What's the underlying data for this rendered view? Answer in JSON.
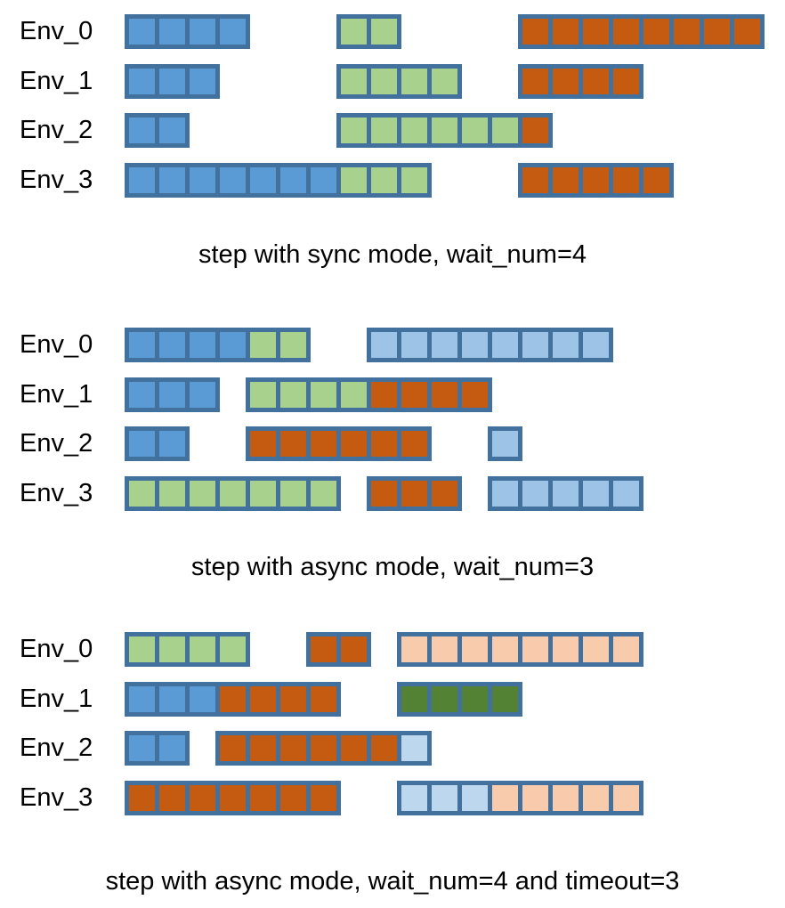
{
  "colors": {
    "border": "#41719c",
    "blue": "#5b9bd5",
    "green": "#a9d18e",
    "orange": "#c55a11",
    "lightblue": "#9dc3e6",
    "paleblue": "#bdd7ee",
    "peach": "#f8cbad",
    "darkgreen": "#548235",
    "text": "#000000",
    "background": "#ffffff"
  },
  "panels": [
    {
      "caption": "step with sync mode, wait_num=4",
      "rows": [
        {
          "label": "Env_0",
          "bars": [
            {
              "start": 0,
              "cells": [
                "blue",
                "blue",
                "blue",
                "blue"
              ]
            },
            {
              "start": 7,
              "cells": [
                "green",
                "green"
              ]
            },
            {
              "start": 13,
              "cells": [
                "orange",
                "orange",
                "orange",
                "orange",
                "orange",
                "orange",
                "orange",
                "orange"
              ]
            }
          ]
        },
        {
          "label": "Env_1",
          "bars": [
            {
              "start": 0,
              "cells": [
                "blue",
                "blue",
                "blue"
              ]
            },
            {
              "start": 7,
              "cells": [
                "green",
                "green",
                "green",
                "green"
              ]
            },
            {
              "start": 13,
              "cells": [
                "orange",
                "orange",
                "orange",
                "orange"
              ]
            }
          ]
        },
        {
          "label": "Env_2",
          "bars": [
            {
              "start": 0,
              "cells": [
                "blue",
                "blue"
              ]
            },
            {
              "start": 7,
              "cells": [
                "green",
                "green",
                "green",
                "green",
                "green",
                "green",
                "orange"
              ]
            }
          ]
        },
        {
          "label": "Env_3",
          "bars": [
            {
              "start": 0,
              "cells": [
                "blue",
                "blue",
                "blue",
                "blue",
                "blue",
                "blue",
                "blue",
                "green",
                "green",
                "green"
              ]
            },
            {
              "start": 13,
              "cells": [
                "orange",
                "orange",
                "orange",
                "orange",
                "orange"
              ]
            }
          ]
        }
      ]
    },
    {
      "caption": "step with async mode, wait_num=3",
      "rows": [
        {
          "label": "Env_0",
          "bars": [
            {
              "start": 0,
              "cells": [
                "blue",
                "blue",
                "blue",
                "blue",
                "green",
                "green"
              ]
            },
            {
              "start": 8,
              "cells": [
                "lightblue",
                "lightblue",
                "lightblue",
                "lightblue",
                "lightblue",
                "lightblue",
                "lightblue",
                "lightblue"
              ]
            }
          ]
        },
        {
          "label": "Env_1",
          "bars": [
            {
              "start": 0,
              "cells": [
                "blue",
                "blue",
                "blue"
              ]
            },
            {
              "start": 4,
              "cells": [
                "green",
                "green",
                "green",
                "green",
                "orange",
                "orange",
                "orange",
                "orange"
              ]
            }
          ]
        },
        {
          "label": "Env_2",
          "bars": [
            {
              "start": 0,
              "cells": [
                "blue",
                "blue"
              ]
            },
            {
              "start": 4,
              "cells": [
                "orange",
                "orange",
                "orange",
                "orange",
                "orange",
                "orange"
              ]
            },
            {
              "start": 12,
              "cells": [
                "lightblue"
              ]
            }
          ]
        },
        {
          "label": "Env_3",
          "bars": [
            {
              "start": 0,
              "cells": [
                "green",
                "green",
                "green",
                "green",
                "green",
                "green",
                "green"
              ]
            },
            {
              "start": 8,
              "cells": [
                "orange",
                "orange",
                "orange"
              ]
            },
            {
              "start": 12,
              "cells": [
                "lightblue",
                "lightblue",
                "lightblue",
                "lightblue",
                "lightblue"
              ]
            }
          ]
        }
      ]
    },
    {
      "caption": "step with async mode, wait_num=4 and timeout=3",
      "rows": [
        {
          "label": "Env_0",
          "bars": [
            {
              "start": 0,
              "cells": [
                "green",
                "green",
                "green",
                "green"
              ]
            },
            {
              "start": 6,
              "cells": [
                "orange",
                "orange"
              ]
            },
            {
              "start": 9,
              "cells": [
                "peach",
                "peach",
                "peach",
                "peach",
                "peach",
                "peach",
                "peach",
                "peach"
              ]
            }
          ]
        },
        {
          "label": "Env_1",
          "bars": [
            {
              "start": 0,
              "cells": [
                "blue",
                "blue",
                "blue",
                "orange",
                "orange",
                "orange",
                "orange"
              ]
            },
            {
              "start": 9,
              "cells": [
                "darkgreen",
                "darkgreen",
                "darkgreen",
                "darkgreen"
              ]
            }
          ]
        },
        {
          "label": "Env_2",
          "bars": [
            {
              "start": 0,
              "cells": [
                "blue",
                "blue"
              ]
            },
            {
              "start": 3,
              "cells": [
                "orange",
                "orange",
                "orange",
                "orange",
                "orange",
                "orange",
                "paleblue"
              ]
            }
          ]
        },
        {
          "label": "Env_3",
          "bars": [
            {
              "start": 0,
              "cells": [
                "orange",
                "orange",
                "orange",
                "orange",
                "orange",
                "orange",
                "orange"
              ]
            },
            {
              "start": 9,
              "cells": [
                "paleblue",
                "paleblue",
                "paleblue",
                "peach",
                "peach",
                "peach",
                "peach",
                "peach"
              ]
            }
          ]
        }
      ]
    }
  ]
}
